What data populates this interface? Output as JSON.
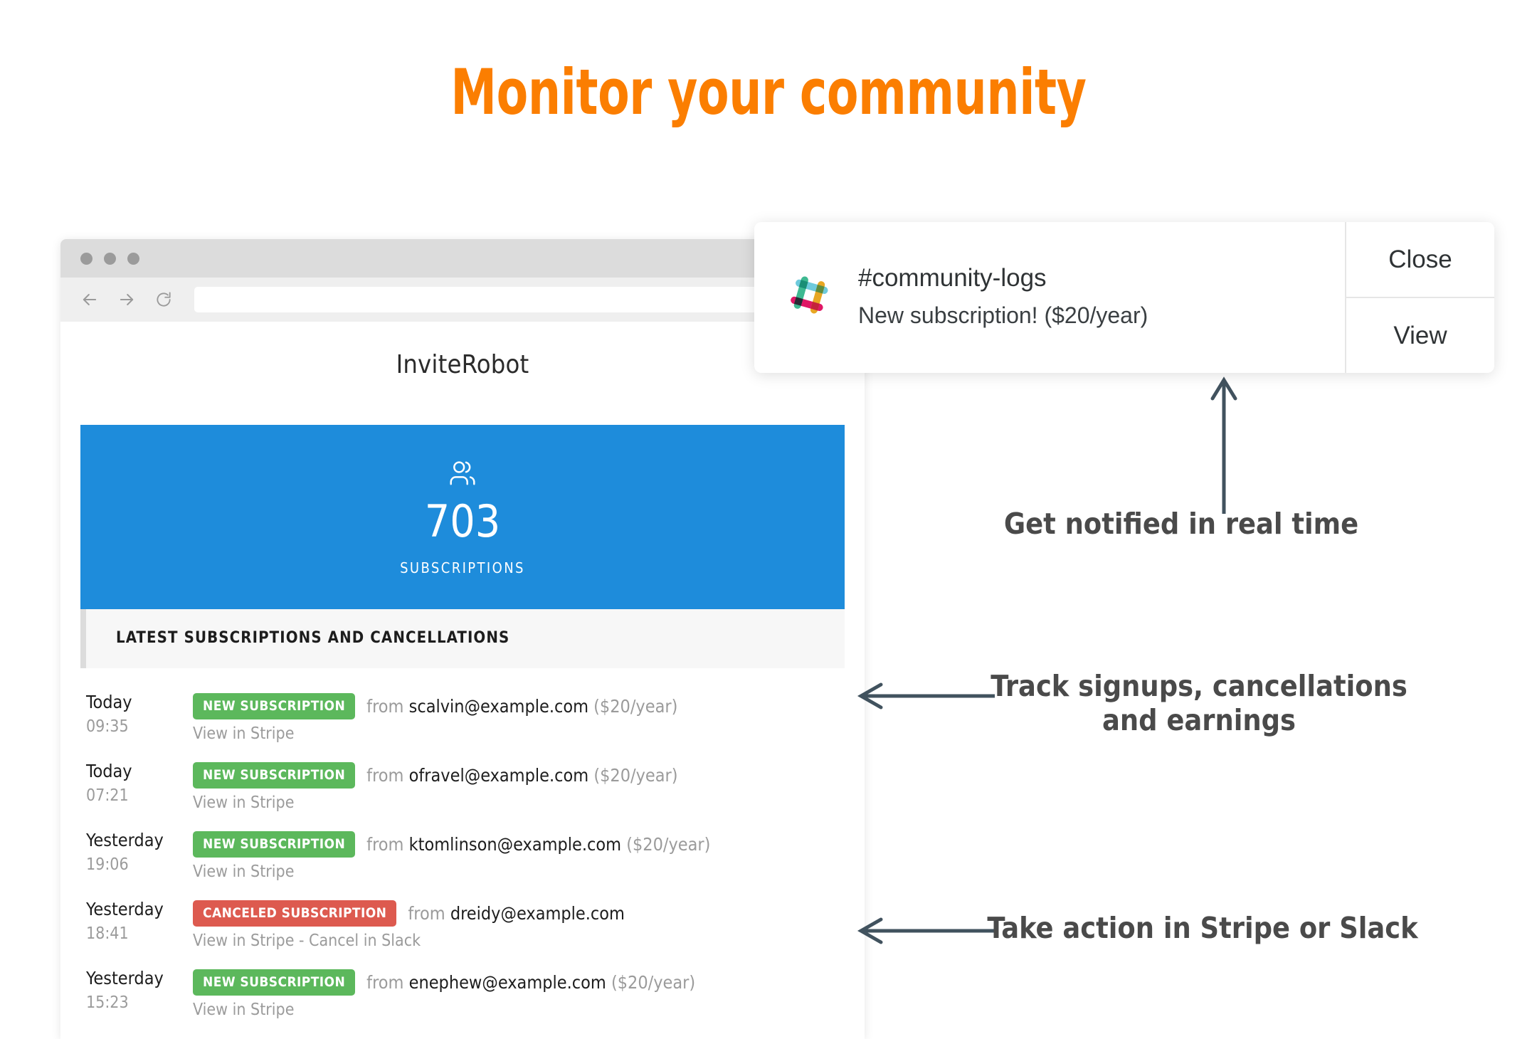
{
  "headline": "Monitor your community",
  "colors": {
    "headline_orange": "#fb7e01",
    "stat_blue": "#1e8cdb",
    "badge_green": "#5cb85c",
    "badge_red": "#dd5a4f",
    "annotation_gray": "#4a4a4a",
    "arrow_slate": "#41525e"
  },
  "browser": {
    "traffic_lights": [
      "close-dot",
      "minimize-dot",
      "maximize-dot"
    ],
    "nav": {
      "back": "←",
      "forward": "→",
      "reload": "↻"
    },
    "url_value": "",
    "url_placeholder": ""
  },
  "app": {
    "title": "InviteRobot",
    "stat": {
      "icon": "users-icon",
      "value": "703",
      "label": "SUBSCRIPTIONS"
    },
    "section_header": "LATEST SUBSCRIPTIONS AND CANCELLATIONS",
    "events": [
      {
        "day": "Today",
        "time": "09:35",
        "badge": "NEW SUBSCRIPTION",
        "badge_type": "green",
        "from": "from",
        "email": "scalvin@example.com",
        "amount": "($20/year)",
        "actions": "View in Stripe"
      },
      {
        "day": "Today",
        "time": "07:21",
        "badge": "NEW SUBSCRIPTION",
        "badge_type": "green",
        "from": "from",
        "email": "ofravel@example.com",
        "amount": "($20/year)",
        "actions": "View in Stripe"
      },
      {
        "day": "Yesterday",
        "time": "19:06",
        "badge": "NEW SUBSCRIPTION",
        "badge_type": "green",
        "from": "from",
        "email": "ktomlinson@example.com",
        "amount": "($20/year)",
        "actions": "View in Stripe"
      },
      {
        "day": "Yesterday",
        "time": "18:41",
        "badge": "CANCELED SUBSCRIPTION",
        "badge_type": "red",
        "from": "from",
        "email": "dreidy@example.com",
        "amount": "",
        "actions": "View in Stripe - Cancel in Slack"
      },
      {
        "day": "Yesterday",
        "time": "15:23",
        "badge": "NEW SUBSCRIPTION",
        "badge_type": "green",
        "from": "from",
        "email": "enephew@example.com",
        "amount": "($20/year)",
        "actions": "View in Stripe"
      }
    ]
  },
  "notification": {
    "icon": "slack-icon",
    "channel": "#community-logs",
    "message": "New subscription! ($20/year)",
    "close_label": "Close",
    "view_label": "View"
  },
  "annotations": {
    "notify": "Get notified in real time",
    "track_line1": "Track signups, cancellations",
    "track_line2": "and earnings",
    "action": "Take action in Stripe or Slack"
  }
}
